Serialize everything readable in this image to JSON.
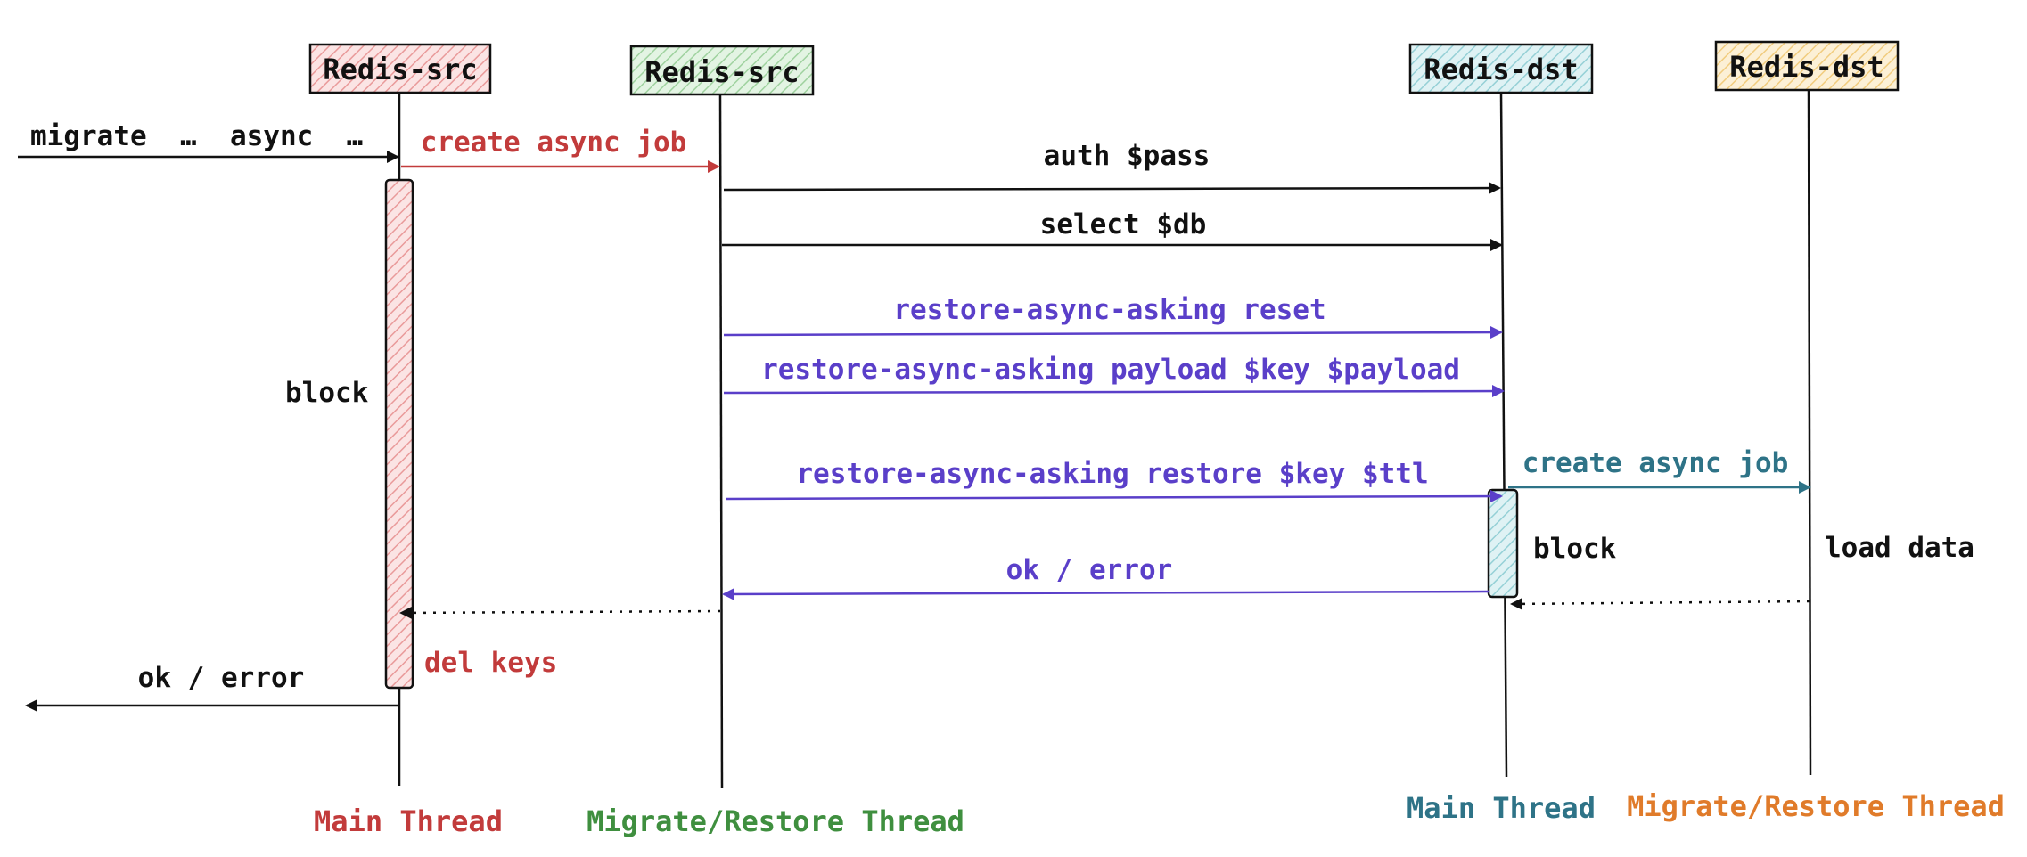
{
  "colors": {
    "red": "#c23b3b",
    "green": "#3f8f3f",
    "teal": "#2e7387",
    "orange": "#e07b2a",
    "purple": "#5a3fc9",
    "black": "#111111",
    "fill_red": "#f3b9b9",
    "fill_green": "#bfe3bf",
    "fill_teal": "#b6e0e4",
    "fill_orange": "#f7dba1"
  },
  "participants": [
    {
      "id": "src-main",
      "label": "Redis-src",
      "thread": "Main Thread",
      "color": "red"
    },
    {
      "id": "src-migrate",
      "label": "Redis-src",
      "thread": "Migrate/Restore Thread",
      "color": "green"
    },
    {
      "id": "dst-main",
      "label": "Redis-dst",
      "thread": "Main Thread",
      "color": "teal"
    },
    {
      "id": "dst-restore",
      "label": "Redis-dst",
      "thread": "Migrate/Restore Thread",
      "color": "orange"
    }
  ],
  "messages": [
    {
      "text": "migrate  …  async  …",
      "from": "client",
      "to": "src-main",
      "color": "black",
      "style": "solid"
    },
    {
      "text": "create async job",
      "from": "src-main",
      "to": "src-migrate",
      "color": "red",
      "style": "solid"
    },
    {
      "text": "auth $pass",
      "from": "src-migrate",
      "to": "dst-main",
      "color": "black",
      "style": "solid"
    },
    {
      "text": "select $db",
      "from": "src-migrate",
      "to": "dst-main",
      "color": "black",
      "style": "solid"
    },
    {
      "text": "restore-async-asking reset",
      "from": "src-migrate",
      "to": "dst-main",
      "color": "purple",
      "style": "solid"
    },
    {
      "text": "restore-async-asking payload $key $payload",
      "from": "src-migrate",
      "to": "dst-main",
      "color": "purple",
      "style": "solid"
    },
    {
      "text": "restore-async-asking restore $key $ttl",
      "from": "src-migrate",
      "to": "dst-main",
      "color": "purple",
      "style": "solid"
    },
    {
      "text": "create async job",
      "from": "dst-main",
      "to": "dst-restore",
      "color": "teal",
      "style": "solid"
    },
    {
      "text": "ok / error",
      "from": "dst-main",
      "to": "src-migrate",
      "color": "purple",
      "style": "solid"
    },
    {
      "text": "",
      "from": "dst-restore",
      "to": "dst-main",
      "color": "black",
      "style": "dotted"
    },
    {
      "text": "",
      "from": "src-migrate",
      "to": "src-main",
      "color": "black",
      "style": "dotted"
    },
    {
      "text": "ok / error",
      "from": "src-main",
      "to": "client",
      "color": "black",
      "style": "solid"
    }
  ],
  "notes": {
    "src_block": "block",
    "src_del_keys": "del keys",
    "dst_block": "block",
    "dst_load_data": "load data"
  }
}
